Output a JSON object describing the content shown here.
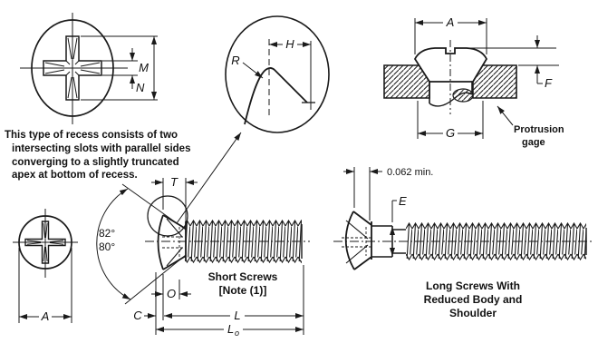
{
  "recess_note": {
    "line1": "This type of recess consists of two",
    "line2": "intersecting slots with parallel sides",
    "line3": "converging to a slightly truncated",
    "line4": "apex at bottom of recess."
  },
  "dimensions": {
    "recess_diameter": "M",
    "recess_slot_width": "N",
    "detail_radius": "R",
    "detail_height": "H",
    "head_dia_gage": "A",
    "protrusion_height": "F",
    "gage_hole": "G",
    "head_dia_front": "A",
    "head_height": "T",
    "recess_depth": "O",
    "crown_height": "C",
    "length": "L",
    "overall_length_main": "L",
    "overall_length_sub": "o",
    "shoulder_diameter": "E",
    "shoulder_length_min": "0.062 min.",
    "angle_max": "82°",
    "angle_min": "80°"
  },
  "captions": {
    "gage_line1": "Protrusion",
    "gage_line2": "gage",
    "short_line1": "Short Screws",
    "short_line2": "[Note (1)]",
    "long_line1": "Long Screws With",
    "long_line2": "Reduced Body and",
    "long_line3": "Shoulder"
  },
  "colors": {
    "ink": "#1a1a1a",
    "background": "#ffffff"
  }
}
